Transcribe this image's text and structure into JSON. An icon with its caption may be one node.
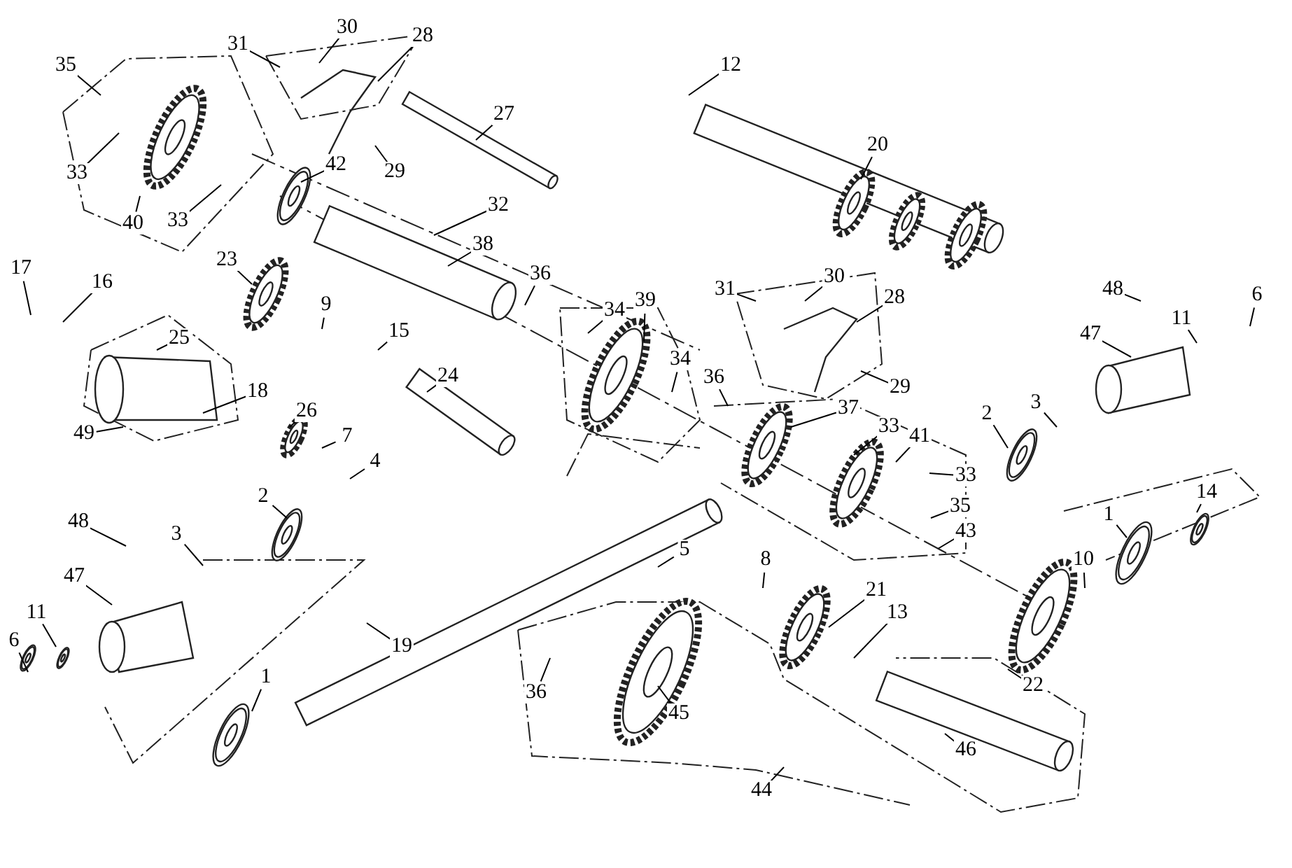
{
  "diagram": {
    "nodes": [
      {
        "text": [
          "35"
        ]
      },
      {
        "text": [
          "31"
        ]
      },
      {
        "text": [
          "30"
        ]
      },
      {
        "text": [
          "28"
        ]
      },
      {
        "text": [
          "12"
        ]
      },
      {
        "text": [
          "27"
        ]
      },
      {
        "text": [
          "33"
        ]
      },
      {
        "text": [
          "29"
        ]
      },
      {
        "text": [
          "20"
        ]
      },
      {
        "text": [
          "42"
        ]
      },
      {
        "text": [
          "33"
        ]
      },
      {
        "text": [
          "40"
        ]
      },
      {
        "text": [
          "32"
        ]
      },
      {
        "text": [
          "38"
        ]
      },
      {
        "text": [
          "23"
        ]
      },
      {
        "text": [
          "17"
        ]
      },
      {
        "text": [
          "16"
        ]
      },
      {
        "text": [
          "31"
        ]
      },
      {
        "text": [
          "30"
        ]
      },
      {
        "text": [
          "28"
        ]
      },
      {
        "text": [
          "48"
        ]
      },
      {
        "text": [
          "6"
        ]
      },
      {
        "text": [
          "36"
        ]
      },
      {
        "text": [
          "39"
        ]
      },
      {
        "text": [
          "9"
        ]
      },
      {
        "text": [
          "34"
        ]
      },
      {
        "text": [
          "15"
        ]
      },
      {
        "text": [
          "25"
        ]
      },
      {
        "text": [
          "11"
        ]
      },
      {
        "text": [
          "47"
        ]
      },
      {
        "text": [
          "24"
        ]
      },
      {
        "text": [
          "34"
        ]
      },
      {
        "text": [
          "36"
        ]
      },
      {
        "text": [
          "3"
        ]
      },
      {
        "text": [
          "2"
        ]
      },
      {
        "text": [
          "29"
        ]
      },
      {
        "text": [
          "18"
        ]
      },
      {
        "text": [
          "26"
        ]
      },
      {
        "text": [
          "37"
        ]
      },
      {
        "text": [
          "33"
        ]
      },
      {
        "text": [
          "41"
        ]
      },
      {
        "text": [
          "7"
        ]
      },
      {
        "text": [
          "49"
        ]
      },
      {
        "text": [
          "4"
        ]
      },
      {
        "text": [
          "33"
        ]
      },
      {
        "text": [
          "35"
        ]
      },
      {
        "text": [
          "43"
        ]
      },
      {
        "text": [
          "14"
        ]
      },
      {
        "text": [
          "1"
        ]
      },
      {
        "text": [
          "2"
        ]
      },
      {
        "text": [
          "48"
        ]
      },
      {
        "text": [
          "3"
        ]
      },
      {
        "text": [
          "5"
        ]
      },
      {
        "text": [
          "8"
        ]
      },
      {
        "text": [
          "21"
        ]
      },
      {
        "text": [
          "10"
        ]
      },
      {
        "text": [
          "13"
        ]
      },
      {
        "text": [
          "47"
        ]
      },
      {
        "text": [
          "11"
        ]
      },
      {
        "text": [
          "6"
        ]
      },
      {
        "text": [
          "19"
        ]
      },
      {
        "text": [
          "22"
        ]
      },
      {
        "text": [
          "36"
        ]
      },
      {
        "text": [
          "45"
        ]
      },
      {
        "text": [
          "1"
        ]
      },
      {
        "text": [
          "46"
        ]
      },
      {
        "text": [
          "44"
        ]
      }
    ],
    "edges": [
      {
        "from": 0,
        "to": null,
        "arrow": "none"
      },
      {
        "from": 1,
        "to": null,
        "arrow": "none"
      },
      {
        "from": 2,
        "to": null,
        "arrow": "none"
      },
      {
        "from": 3,
        "to": null,
        "arrow": "none"
      },
      {
        "from": 4,
        "to": null,
        "arrow": "none"
      },
      {
        "from": 5,
        "to": null,
        "arrow": "none"
      },
      {
        "from": 6,
        "to": null,
        "arrow": "none"
      },
      {
        "from": 7,
        "to": null,
        "arrow": "none"
      },
      {
        "from": 8,
        "to": null,
        "arrow": "none"
      },
      {
        "from": 9,
        "to": null,
        "arrow": "none"
      },
      {
        "from": 10,
        "to": null,
        "arrow": "none"
      },
      {
        "from": 11,
        "to": null,
        "arrow": "none"
      },
      {
        "from": 12,
        "to": null,
        "arrow": "none"
      },
      {
        "from": 13,
        "to": null,
        "arrow": "none"
      },
      {
        "from": 14,
        "to": null,
        "arrow": "none"
      },
      {
        "from": 15,
        "to": null,
        "arrow": "none"
      },
      {
        "from": 16,
        "to": null,
        "arrow": "none"
      },
      {
        "from": 17,
        "to": null,
        "arrow": "none"
      },
      {
        "from": 18,
        "to": null,
        "arrow": "none"
      },
      {
        "from": 19,
        "to": null,
        "arrow": "none"
      },
      {
        "from": 20,
        "to": null,
        "arrow": "none"
      },
      {
        "from": 21,
        "to": null,
        "arrow": "none"
      },
      {
        "from": 22,
        "to": null,
        "arrow": "none"
      },
      {
        "from": 23,
        "to": null,
        "arrow": "none"
      },
      {
        "from": 24,
        "to": null,
        "arrow": "none"
      },
      {
        "from": 25,
        "to": null,
        "arrow": "none"
      },
      {
        "from": 26,
        "to": null,
        "arrow": "none"
      },
      {
        "from": 27,
        "to": null,
        "arrow": "none"
      },
      {
        "from": 28,
        "to": null,
        "arrow": "none"
      },
      {
        "from": 29,
        "to": null,
        "arrow": "none"
      },
      {
        "from": 30,
        "to": null,
        "arrow": "none"
      },
      {
        "from": 31,
        "to": null,
        "arrow": "none"
      },
      {
        "from": 32,
        "to": null,
        "arrow": "none"
      },
      {
        "from": 33,
        "to": null,
        "arrow": "none"
      },
      {
        "from": 34,
        "to": null,
        "arrow": "none"
      },
      {
        "from": 35,
        "to": null,
        "arrow": "none"
      },
      {
        "from": 36,
        "to": null,
        "arrow": "none"
      },
      {
        "from": 37,
        "to": null,
        "arrow": "none"
      },
      {
        "from": 38,
        "to": null,
        "arrow": "none"
      },
      {
        "from": 39,
        "to": null,
        "arrow": "none"
      },
      {
        "from": 40,
        "to": null,
        "arrow": "none"
      },
      {
        "from": 41,
        "to": null,
        "arrow": "none"
      },
      {
        "from": 42,
        "to": null,
        "arrow": "none"
      },
      {
        "from": 43,
        "to": null,
        "arrow": "none"
      },
      {
        "from": 44,
        "to": null,
        "arrow": "none"
      },
      {
        "from": 45,
        "to": null,
        "arrow": "none"
      },
      {
        "from": 46,
        "to": null,
        "arrow": "none"
      },
      {
        "from": 47,
        "to": null,
        "arrow": "none"
      },
      {
        "from": 48,
        "to": null,
        "arrow": "none"
      },
      {
        "from": 49,
        "to": null,
        "arrow": "none"
      },
      {
        "from": 50,
        "to": null,
        "arrow": "none"
      },
      {
        "from": 51,
        "to": null,
        "arrow": "none"
      },
      {
        "from": 52,
        "to": null,
        "arrow": "none"
      },
      {
        "from": 53,
        "to": null,
        "arrow": "none"
      },
      {
        "from": 54,
        "to": null,
        "arrow": "none"
      },
      {
        "from": 55,
        "to": null,
        "arrow": "none"
      },
      {
        "from": 56,
        "to": null,
        "arrow": "none"
      },
      {
        "from": 57,
        "to": null,
        "arrow": "none"
      },
      {
        "from": 58,
        "to": null,
        "arrow": "none"
      },
      {
        "from": 59,
        "to": null,
        "arrow": "none"
      },
      {
        "from": 60,
        "to": null,
        "arrow": "none"
      },
      {
        "from": 61,
        "to": null,
        "arrow": "none"
      },
      {
        "from": 62,
        "to": null,
        "arrow": "none"
      },
      {
        "from": 63,
        "to": null,
        "arrow": "none"
      },
      {
        "from": 64,
        "to": null,
        "arrow": "none"
      },
      {
        "from": 65,
        "to": null,
        "arrow": "none"
      },
      {
        "from": 66,
        "to": null,
        "arrow": "none"
      }
    ]
  }
}
